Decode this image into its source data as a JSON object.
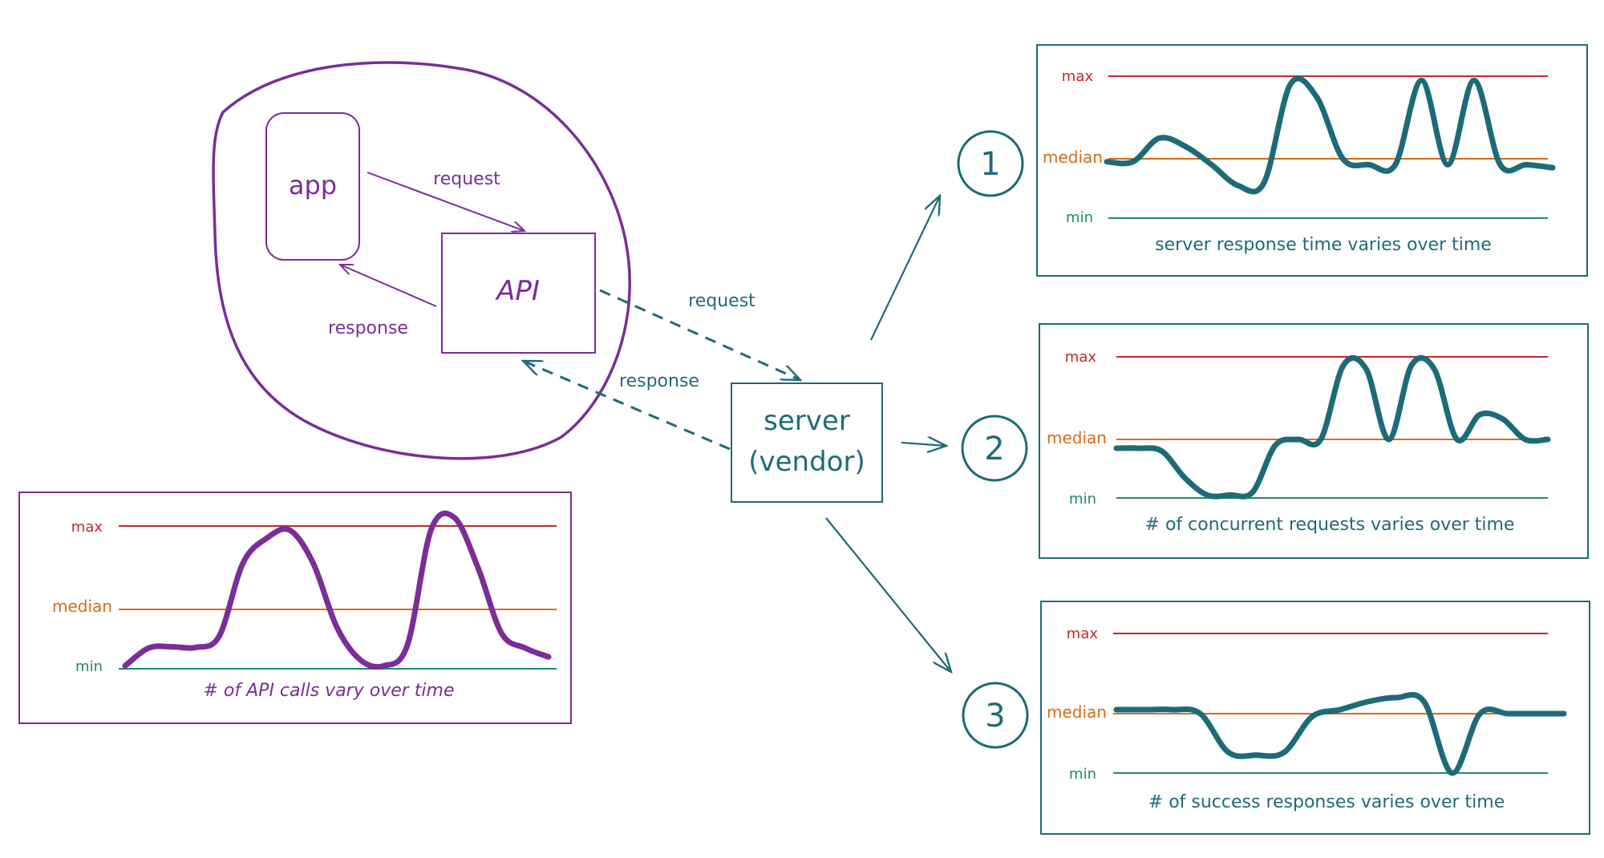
{
  "colors": {
    "purple": "#7b2d98",
    "teal": "#1d6b78",
    "red": "#c0282c",
    "orange": "#d96b17",
    "green": "#1f8a63"
  },
  "app_system": {
    "app_label": "app",
    "api_label": "API",
    "request_label": "request",
    "response_label": "response"
  },
  "vendor": {
    "server_line1": "server",
    "server_line2": "(vendor)",
    "request_label": "request",
    "response_label": "response"
  },
  "charts": [
    {
      "id": "api-calls",
      "color": "purple",
      "max_label": "max",
      "median_label": "median",
      "min_label": "min",
      "caption": "# of API calls vary over time",
      "values": [
        0.05,
        0.35,
        0.37,
        0.36,
        0.55,
        1.55,
        1.85,
        1.95,
        1.55,
        0.7,
        0.15,
        0.05,
        0.4,
        1.95,
        2.1,
        1.5,
        0.6,
        0.35,
        0.2
      ]
    },
    {
      "id": "response-time",
      "color": "teal",
      "number": "1",
      "max_label": "max",
      "median_label": "median",
      "min_label": "min",
      "caption": "server response time varies over time",
      "values": [
        0.95,
        0.95,
        1.25,
        1.15,
        0.9,
        0.55,
        0.6,
        1.9,
        1.75,
        1.0,
        0.9,
        0.9,
        1.95,
        0.9,
        1.95,
        0.9,
        0.9,
        0.85
      ]
    },
    {
      "id": "concurrent-requests",
      "color": "teal",
      "number": "2",
      "max_label": "max",
      "median_label": "median",
      "min_label": "min",
      "caption": "# of concurrent requests varies over time",
      "values": [
        0.85,
        0.85,
        0.8,
        0.35,
        0.05,
        0.05,
        0.1,
        0.9,
        1.0,
        1.0,
        1.9,
        1.85,
        1.0,
        1.9,
        1.85,
        1.0,
        1.3,
        1.25,
        1.0,
        1.0
      ]
    },
    {
      "id": "success-responses",
      "color": "teal",
      "number": "3",
      "max_label": "max",
      "median_label": "median",
      "min_label": "min",
      "caption": "# of success responses varies over time",
      "values": [
        1.05,
        1.05,
        1.05,
        1.0,
        0.35,
        0.3,
        0.35,
        0.95,
        1.05,
        1.15,
        1.2,
        1.15,
        0.0,
        1.0,
        1.0,
        1.0,
        1.0
      ]
    }
  ]
}
